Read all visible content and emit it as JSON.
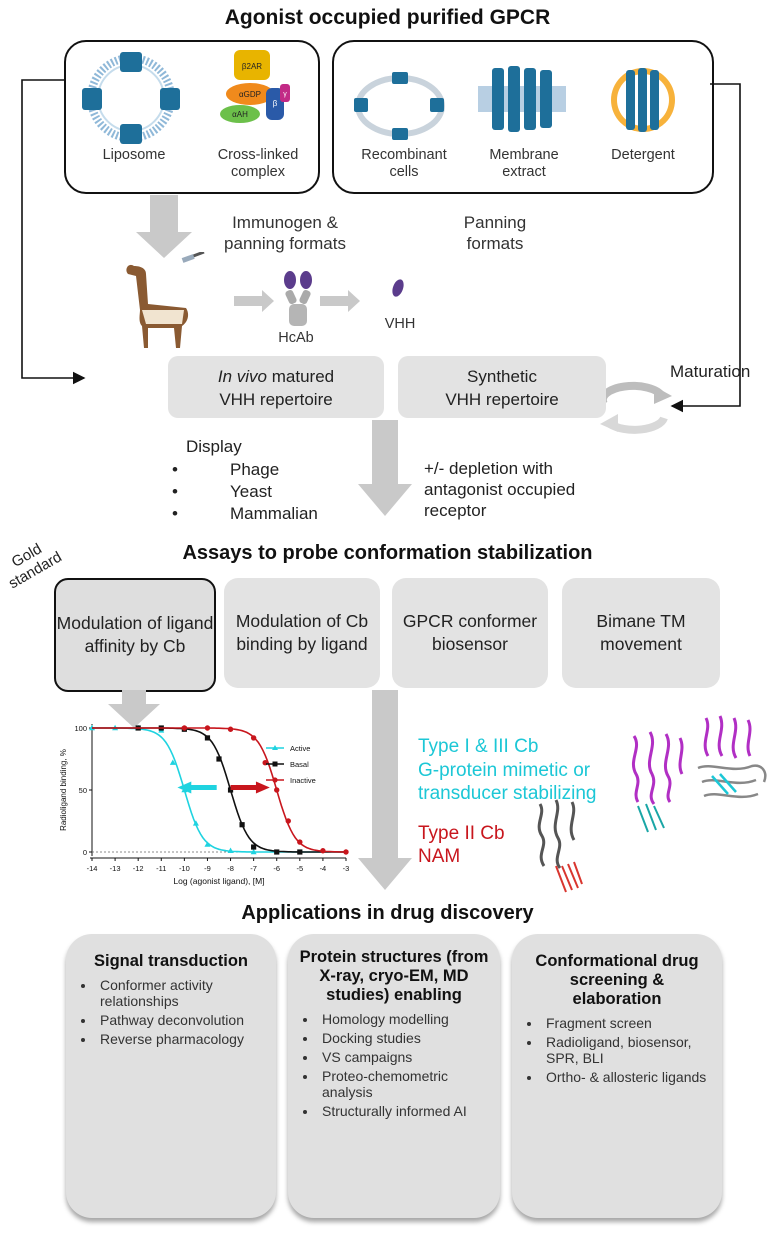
{
  "title_top": "Agonist occupied purified GPCR",
  "left_box": {
    "items": [
      {
        "label": "Liposome"
      },
      {
        "label": "Cross-linked complex"
      }
    ]
  },
  "right_box": {
    "items": [
      {
        "label": "Recombinant cells"
      },
      {
        "label": "Membrane extract"
      },
      {
        "label": "Detergent"
      }
    ]
  },
  "complex_labels": [
    "β2AR",
    "αGDP",
    "αAH",
    "β",
    "γ"
  ],
  "formats": {
    "immunogen": "Immunogen & panning formats",
    "panning": "Panning formats"
  },
  "antibodies": {
    "hcab": "HcAb",
    "vhh": "VHH"
  },
  "repertoires": {
    "invivo_italic": "In vivo",
    "invivo_rest": " matured",
    "invivo_line2": "VHH repertoire",
    "synthetic_line1": "Synthetic",
    "synthetic_line2": "VHH repertoire"
  },
  "maturation": "Maturation",
  "display": {
    "heading": "Display",
    "items": [
      "Phage",
      "Yeast",
      "Mammalian"
    ]
  },
  "depletion": "+/- depletion with antagonist occupied receptor",
  "gold_standard": "Gold standard",
  "assays_title": "Assays to probe conformation stabilization",
  "assays": [
    "Modulation of ligand affinity by Cb",
    "Modulation of Cb binding by ligand",
    "GPCR conformer biosensor",
    "Bimane TM movement"
  ],
  "type_labels": {
    "type13": "Type I & III Cb",
    "type13_desc": "G-protein mimetic or transducer stabilizing",
    "type2": "Type II Cb",
    "type2_desc": "NAM"
  },
  "colors": {
    "active": "#1fd3e0",
    "basal": "#111111",
    "inactive": "#c8161d",
    "gpcr_blue": "#1e6f9a",
    "box_grey": "#e3e3e3"
  },
  "chart_data": {
    "type": "line",
    "xlabel": "Log (agonist ligand), [M]",
    "ylabel": "Radioligand binding, %",
    "xlim": [
      -14,
      -3
    ],
    "ylim": [
      0,
      100
    ],
    "xticks": [
      -14,
      -13,
      -12,
      -11,
      -10,
      -9,
      -8,
      -7,
      -6,
      -5,
      -4,
      -3
    ],
    "yticks": [
      0,
      50,
      100
    ],
    "legend_position": "top-right",
    "series": [
      {
        "name": "Active",
        "color": "#1fd3e0",
        "marker": "triangle",
        "ic50_log": -10,
        "points": [
          [
            -14,
            100
          ],
          [
            -13,
            100
          ],
          [
            -12,
            100
          ],
          [
            -11,
            98
          ],
          [
            -10.5,
            72
          ],
          [
            -10,
            50
          ],
          [
            -9.5,
            23
          ],
          [
            -9,
            6
          ],
          [
            -8,
            1
          ],
          [
            -7,
            0
          ]
        ]
      },
      {
        "name": "Basal",
        "color": "#111111",
        "marker": "square",
        "ic50_log": -8,
        "points": [
          [
            -12,
            100
          ],
          [
            -11,
            100
          ],
          [
            -10,
            99
          ],
          [
            -9,
            92
          ],
          [
            -8.5,
            75
          ],
          [
            -8,
            50
          ],
          [
            -7.5,
            22
          ],
          [
            -7,
            4
          ],
          [
            -6,
            0
          ],
          [
            -5,
            0
          ]
        ]
      },
      {
        "name": "Inactive",
        "color": "#c8161d",
        "marker": "circle",
        "ic50_log": -6,
        "points": [
          [
            -10,
            100
          ],
          [
            -9,
            100
          ],
          [
            -8,
            99
          ],
          [
            -7,
            92
          ],
          [
            -6.5,
            72
          ],
          [
            -6,
            50
          ],
          [
            -5.5,
            25
          ],
          [
            -5,
            8
          ],
          [
            -4,
            1
          ],
          [
            -3,
            0
          ]
        ]
      }
    ]
  },
  "applications_title": "Applications in drug discovery",
  "applications": [
    {
      "title": "Signal transduction",
      "items": [
        "Conformer activity relationships",
        "Pathway deconvolution",
        "Reverse pharmacology"
      ]
    },
    {
      "title": "Protein structures (from X-ray, cryo-EM, MD studies) enabling",
      "items": [
        "Homology modelling",
        "Docking studies",
        "VS campaigns",
        "Proteo-chemometric analysis",
        "Structurally informed AI"
      ]
    },
    {
      "title": "Conformational drug screening & elaboration",
      "items": [
        "Fragment screen",
        "Radioligand, biosensor, SPR, BLI",
        "Ortho- & allosteric ligands"
      ]
    }
  ]
}
